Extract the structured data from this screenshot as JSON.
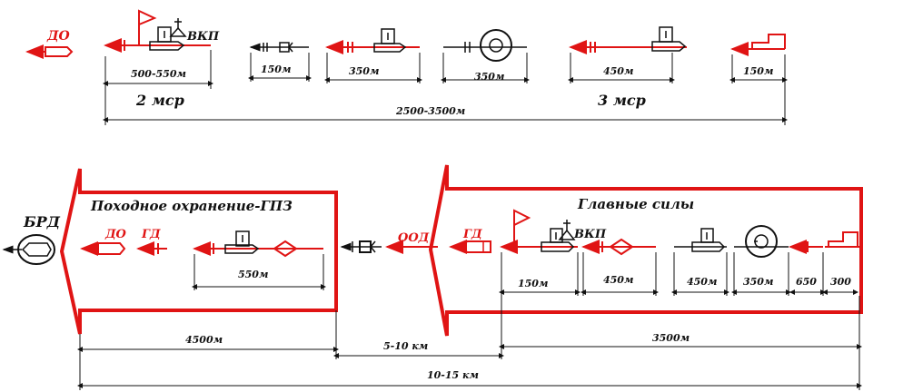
{
  "colors": {
    "red": "#e01414",
    "black": "#111111"
  },
  "top_row": {
    "do_label": "ДО",
    "vkp_label": "ВКП",
    "dim_500_550": "500-550м",
    "dim_150_a": "150м",
    "dim_350_a": "350м",
    "dim_350_b": "350м",
    "dim_450": "450м",
    "dim_150_b": "150м",
    "msr2": "2 мср",
    "msr3": "3 мср",
    "dim_total": "2500-3500м"
  },
  "bottom_row": {
    "brd": "БРД",
    "guard_title": "Походное охранение-ГПЗ",
    "do_label": "ДО",
    "gd_label": "ГД",
    "dim_550": "550м",
    "ood": "ООД",
    "main_title": "Главные силы",
    "gd2_label": "ГД",
    "vkp_label": "ВКП",
    "dim_150": "150м",
    "dim_450_a": "450м",
    "dim_450_b": "450м",
    "dim_350": "350м",
    "dim_650": "650",
    "dim_300": "300",
    "dim_4500": "4500м",
    "dim_5_10": "5-10 км",
    "dim_3500": "3500м",
    "dim_10_15": "10-15 км"
  }
}
